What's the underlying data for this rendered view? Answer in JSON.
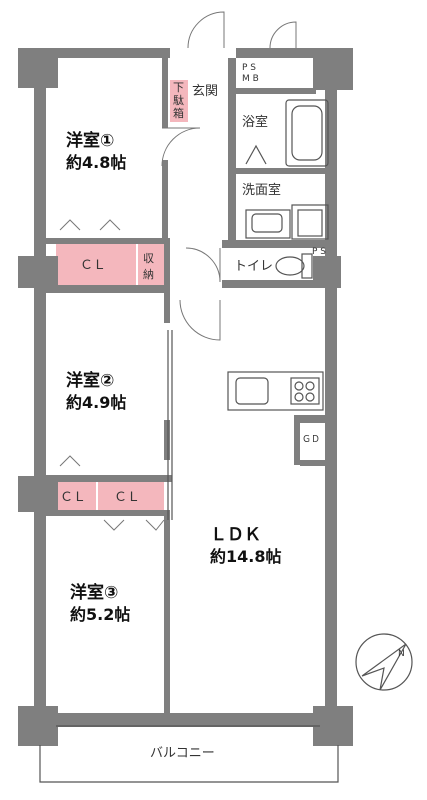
{
  "rooms": {
    "western1": {
      "name": "洋室①",
      "size": "約4.8帖"
    },
    "western2": {
      "name": "洋室②",
      "size": "約4.9帖"
    },
    "western3": {
      "name": "洋室③",
      "size": "約5.2帖"
    },
    "ldk": {
      "name": "ＬＤＫ",
      "size": "約14.8帖"
    }
  },
  "labels": {
    "genkan": "玄関",
    "shoe_box_1": "下",
    "shoe_box_2": "駄",
    "shoe_box_3": "箱",
    "ps_top_1": "P S",
    "ps_top_2": "M B",
    "bath": "浴室",
    "washroom": "洗面室",
    "toilet": "トイレ",
    "ps": "P S",
    "storage_1": "収",
    "storage_2": "納",
    "closet_1": "ＣＬ",
    "closet_2": "ＣＬ",
    "closet_3": "ＣＬ",
    "gd": "ＧＤ",
    "balcony": "バルコニー",
    "north": "N"
  },
  "colors": {
    "wall": "#7f7f7f",
    "closet": "#f4b7bd",
    "line": "#555555"
  }
}
